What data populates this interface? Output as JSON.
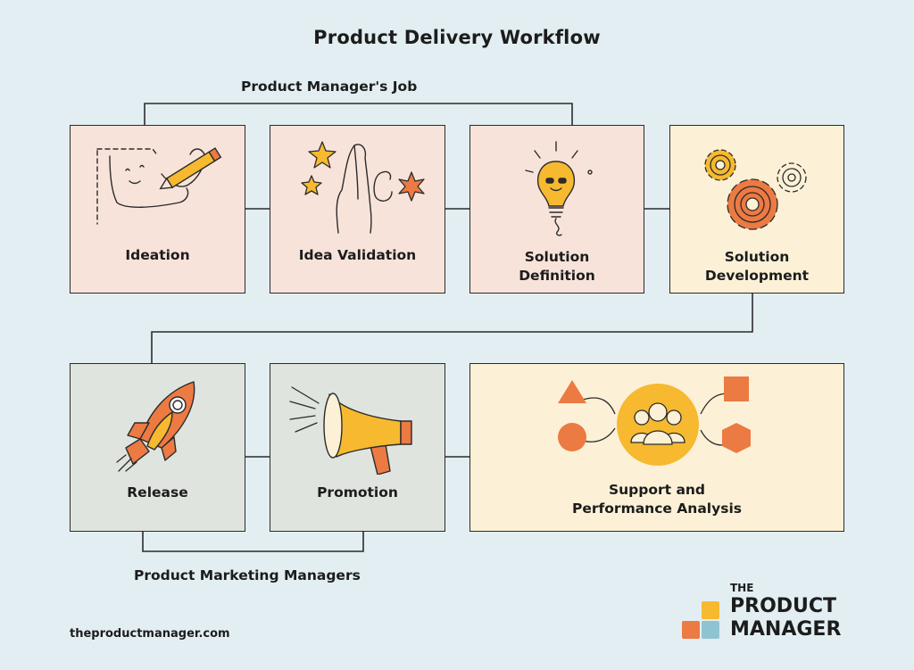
{
  "title": "Product Delivery Workflow",
  "groups": {
    "top": "Product Manager's Job",
    "bottom": "Product Marketing Managers"
  },
  "steps": [
    {
      "label": "Ideation",
      "icon": "drawing-hand-icon"
    },
    {
      "label": "Idea Validation",
      "icon": "stars-hand-icon"
    },
    {
      "label_line1": "Solution",
      "label_line2": "Definition",
      "icon": "lightbulb-icon"
    },
    {
      "label_line1": "Solution",
      "label_line2": "Development",
      "icon": "gears-icon"
    },
    {
      "label": "Release",
      "icon": "rocket-icon"
    },
    {
      "label": "Promotion",
      "icon": "megaphone-icon"
    },
    {
      "label_line1": "Support and",
      "label_line2": "Performance Analysis",
      "icon": "team-shapes-icon"
    }
  ],
  "footer": {
    "url": "theproductmanager.com",
    "logo_line1": "THE",
    "logo_line2": "PRODUCT",
    "logo_line3": "MANAGER"
  },
  "colors": {
    "background": "#e2eef2",
    "pink_box": "#f8e3da",
    "cream_box": "#fcf1d6",
    "grey_box": "#dfe4de",
    "orange": "#ec7a43",
    "yellow": "#f6b92f",
    "blue": "#8fc3d1"
  }
}
